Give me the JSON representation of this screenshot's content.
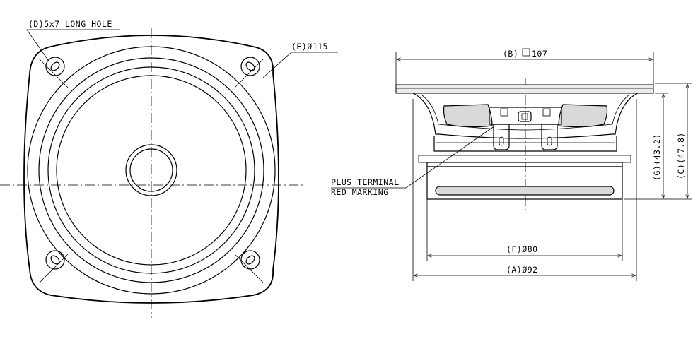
{
  "front_view": {
    "hole_label": "(D)5x7 LONG HOLE",
    "mount_diameter_label": "(E)Ø115"
  },
  "side_view": {
    "flange_label": "(B)",
    "flange_value": "107",
    "terminal_label_line1": "PLUS TERMINAL",
    "terminal_label_line2": "RED MARKING",
    "cutout_label": "(F)Ø80",
    "overall_diameter_label": "(A)Ø92",
    "depth_g_label": "(G)(43.2)",
    "depth_c_label": "(C)(47.8)"
  }
}
